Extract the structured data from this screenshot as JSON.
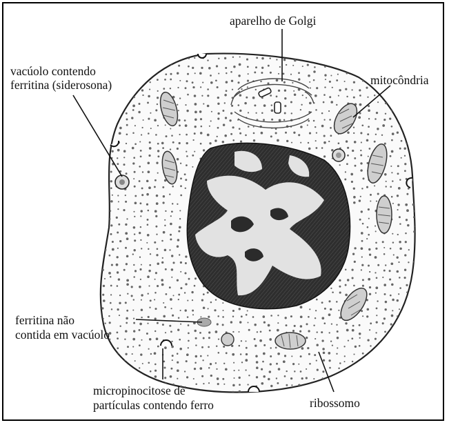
{
  "labels": {
    "golgi": "aparelho de Golgi",
    "vacuole_line1": "vacúolo contendo",
    "vacuole_line2": "ferritina (siderosona)",
    "mitochondria": "mitocôndria",
    "ferritin_line1": "ferritina não",
    "ferritin_line2": "contida em vacúolo",
    "micro_line1": "micropinocitose de",
    "micro_line2": "partículas contendo ferro",
    "ribosome": "ribossomo"
  },
  "colors": {
    "frame": "#000000",
    "outline": "#222222",
    "nucleus_dark": "#2b2b2b",
    "nucleus_light": "#e4e4e4",
    "dots": "#666666"
  }
}
